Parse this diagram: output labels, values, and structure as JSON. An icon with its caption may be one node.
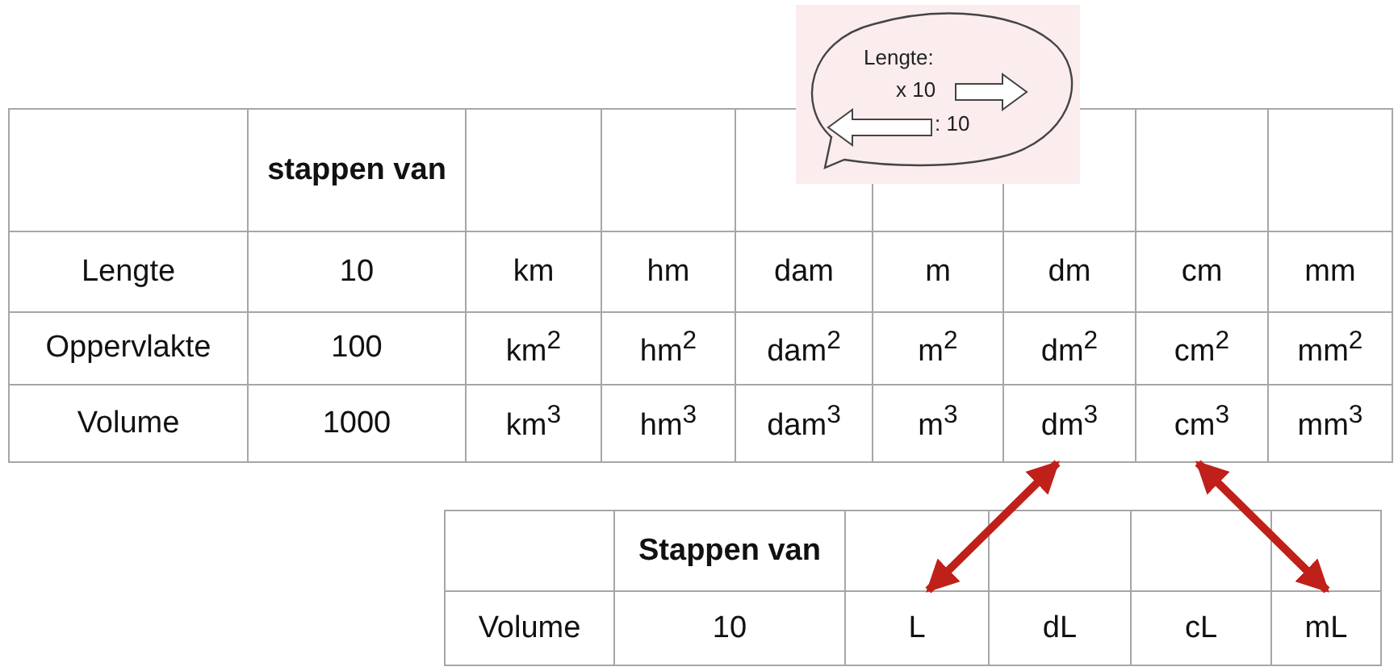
{
  "diagram": {
    "nodes": [
      {
        "text": [
          "Lengte:",
          "x 10",
          ": 10"
        ]
      },
      {
        "text": [
          "dm$^{3}$"
        ]
      },
      {
        "text": [
          "cm$^{3}$"
        ]
      },
      {
        "text": [
          "L"
        ]
      },
      {
        "text": [
          "mL"
        ]
      }
    ],
    "edges": [
      {
        "from": 1,
        "to": 3,
        "arrow": "both"
      },
      {
        "from": 2,
        "to": 4,
        "arrow": "both"
      }
    ],
    "labels": [
      "stappen van",
      "Lengte",
      "10",
      "km",
      "hm",
      "dam",
      "m",
      "dm",
      "cm",
      "mm",
      "Oppervlakte",
      "100",
      "km$^{2}$",
      "hm$^{2}$",
      "dam$^{2}$",
      "m$^{2}$",
      "dm$^{2}$",
      "cm$^{2}$",
      "mm$^{2}$",
      "Volume",
      "1000",
      "km$^{3}$",
      "hm$^{3}$",
      "dam$^{3}$",
      "m$^{3}$",
      "mm$^{3}$",
      "Stappen van",
      "Volume",
      "10",
      "dL",
      "cL"
    ]
  }
}
